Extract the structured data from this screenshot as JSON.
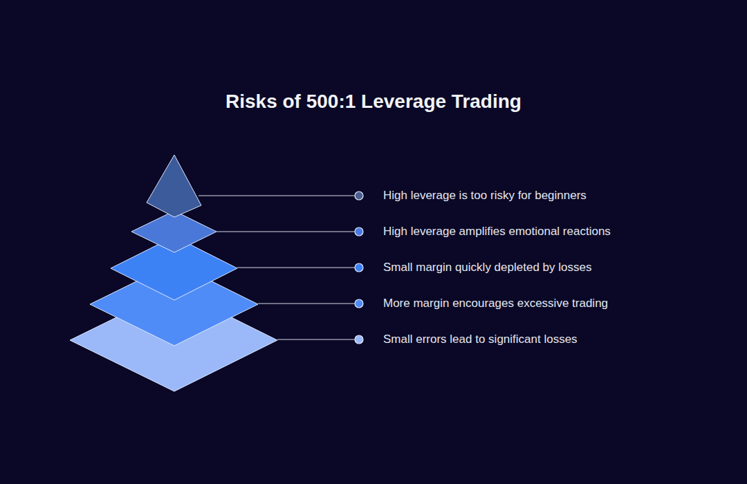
{
  "diagram": {
    "title": "Risks of 500:1 Leverage Trading",
    "labels": [
      "High leverage is too risky for beginners",
      "High leverage amplifies emotional reactions",
      "Small margin quickly depleted by losses",
      "More margin encourages excessive trading",
      "Small errors lead to significant losses"
    ]
  }
}
